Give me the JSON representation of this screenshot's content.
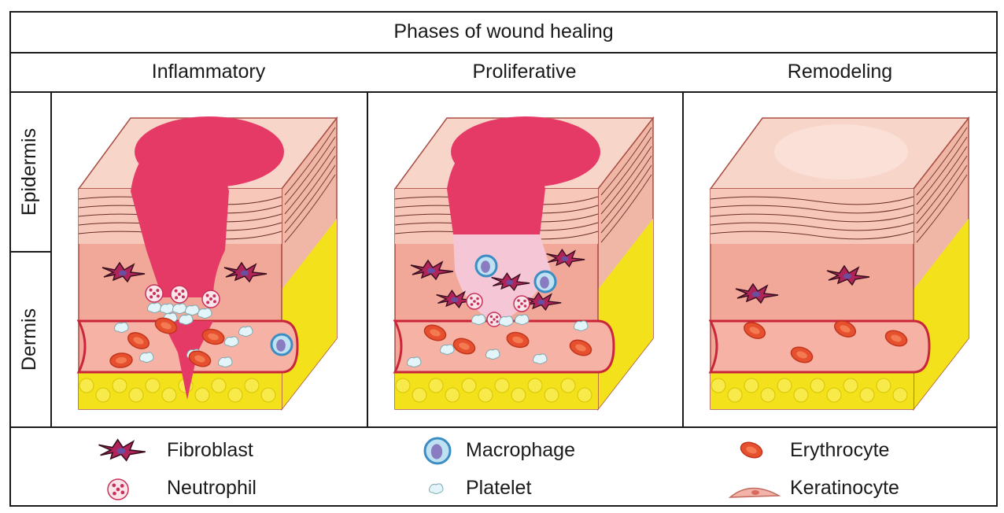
{
  "title": "Phases of wound healing",
  "phases": [
    {
      "label": "Inflammatory"
    },
    {
      "label": "Proliferative"
    },
    {
      "label": "Remodeling"
    }
  ],
  "layers": {
    "epidermis": "Epidermis",
    "dermis": "Dermis"
  },
  "legend": [
    {
      "label": "Fibroblast",
      "icon": "fibroblast-icon",
      "color": "#b0245a"
    },
    {
      "label": "Neutrophil",
      "icon": "neutrophil-icon",
      "color": "#c8315a"
    },
    {
      "label": "Macrophage",
      "icon": "macrophage-icon",
      "color": "#3c8dc4"
    },
    {
      "label": "Platelet",
      "icon": "platelet-icon",
      "color": "#d5eef3"
    },
    {
      "label": "Erythrocyte",
      "icon": "erythrocyte-icon",
      "color": "#e6502e"
    },
    {
      "label": "Keratinocyte",
      "icon": "keratinocyte-icon",
      "color": "#f3b3a8"
    }
  ],
  "colors": {
    "wound": "#e63a66",
    "skin": "#f6c3b4",
    "dermis": "#f2a898",
    "fat": "#f3e21b",
    "vessel": "#f6b2a4",
    "vessel_wall": "#c9263a"
  }
}
